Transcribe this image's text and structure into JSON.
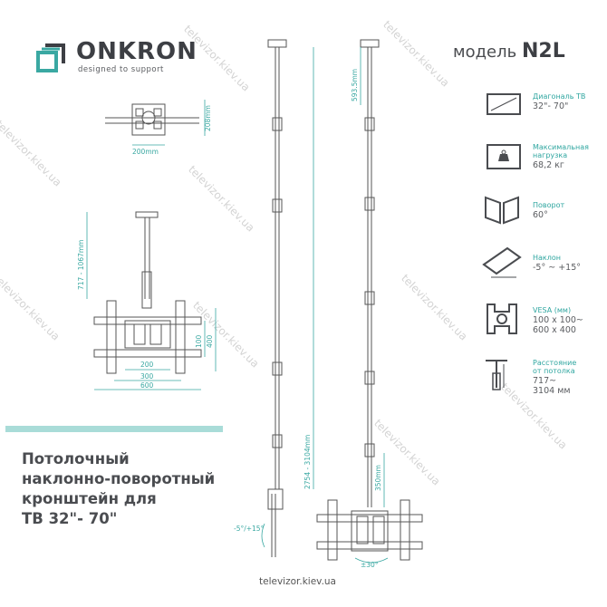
{
  "brand": {
    "name": "ONKRON",
    "tagline": "designed to support",
    "accent_color": "#3aa8a2",
    "logo_icon": "onkron-logo-icon"
  },
  "model": {
    "prefix": "модель",
    "code": "N2L"
  },
  "title_lines": [
    "Потолочный",
    "наклонно-поворотный",
    "кронштейн для",
    "ТВ 32\"- 70\""
  ],
  "specs": [
    {
      "icon": "tv-diagonal-icon",
      "label": "Диагональ ТВ",
      "value_lines": [
        "32\"- 70\""
      ]
    },
    {
      "icon": "max-load-icon",
      "label_lines": [
        "Максимальная",
        "нагрузка"
      ],
      "value_lines": [
        "68,2 кг"
      ]
    },
    {
      "icon": "swivel-icon",
      "label": "Поворот",
      "value_lines": [
        "60°"
      ]
    },
    {
      "icon": "tilt-icon",
      "label": "Наклон",
      "value_lines": [
        "-5° ~ +15°"
      ]
    },
    {
      "icon": "vesa-icon",
      "label": "VESA (мм)",
      "value_lines": [
        "100 x 100~",
        "600 x 400"
      ]
    },
    {
      "icon": "ceiling-distance-icon",
      "label_lines": [
        "Расстояние",
        "от потолка"
      ],
      "value_lines": [
        "717~",
        "3104 мм"
      ]
    }
  ],
  "dimensions": {
    "plate_width": "200mm",
    "plate_height": "208mm",
    "drop_range": "717 - 1067mm",
    "vesa_w1": "200",
    "vesa_w2": "300",
    "vesa_w3": "600",
    "vesa_h1": "100",
    "vesa_h2": "400",
    "top_section": "593.5mm",
    "long_drop": "2754 - 3104mm",
    "bottom_section": "350mm",
    "tilt_range": "-5°/+15°",
    "swivel_range": "±30°"
  },
  "footer_site": "televizor.kiev.ua",
  "watermark_text": "televizor.kiev.ua"
}
